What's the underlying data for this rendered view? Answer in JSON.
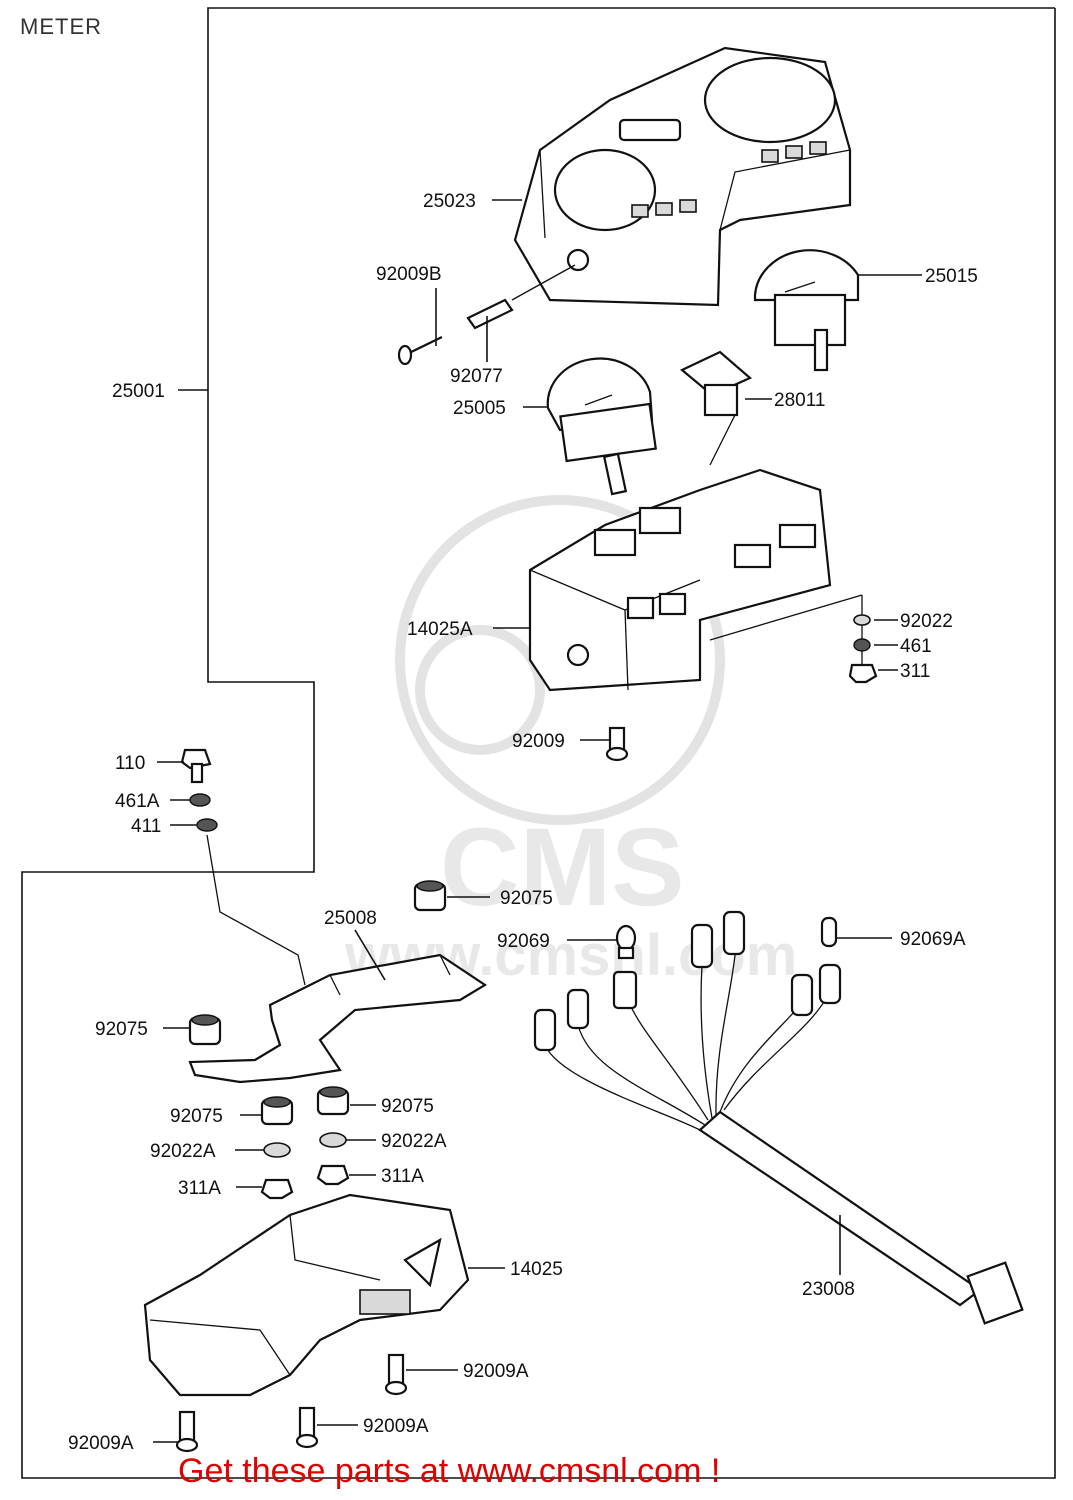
{
  "title": "METER",
  "footer": "Get these parts at www.cmsnl.com !",
  "watermark": {
    "text": "CMS",
    "subtext": "www.cmsnl.com"
  },
  "labels": {
    "l25023": "25023",
    "l92009B": "92009B",
    "l25015": "25015",
    "l92077": "92077",
    "l25001": "25001",
    "l25005": "25005",
    "l28011": "28011",
    "l92022": "92022",
    "l14025A": "14025A",
    "l461": "461",
    "l311": "311",
    "l92009": "92009",
    "l110": "110",
    "l461A": "461A",
    "l411": "411",
    "l92075a": "92075",
    "l25008": "25008",
    "l92069": "92069",
    "l92069A": "92069A",
    "l92075b": "92075",
    "l92075c": "92075",
    "l92075d": "92075",
    "l92022Aa": "92022A",
    "l92022Ab": "92022A",
    "l311Aa": "311A",
    "l311Ab": "311A",
    "l14025": "14025",
    "l23008": "23008",
    "l92009Aa": "92009A",
    "l92009Ab": "92009A",
    "l92009Ac": "92009A"
  }
}
